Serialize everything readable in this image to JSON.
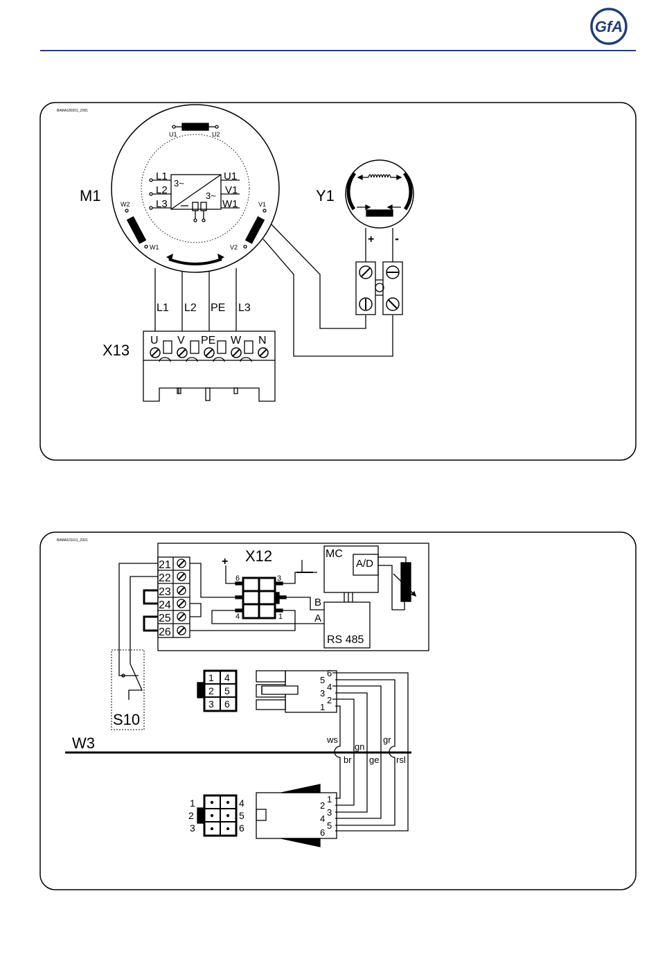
{
  "header": {
    "logo_text": "GfA",
    "rule_color": "#1f3d7a"
  },
  "panel1": {
    "ref": "BAMA180201_Z001",
    "motor_label": "M1",
    "brake_label": "Y1",
    "terminal_label": "X13",
    "winding": {
      "u1": "U1",
      "u2": "U2",
      "v1": "V1",
      "v2": "V2",
      "w1": "W1",
      "w2": "W2"
    },
    "inverter": {
      "in": [
        "L1",
        "L2",
        "L3"
      ],
      "out": [
        "U1",
        "V1",
        "W1"
      ],
      "phase_in": "3~",
      "phase_out": "3~"
    },
    "wires": [
      "L1",
      "L2",
      "PE",
      "L3"
    ],
    "x13_terminals": [
      "U",
      "V",
      "PE",
      "W",
      "N"
    ],
    "brake_plus": "+",
    "brake_minus": "-"
  },
  "panel2": {
    "ref": "BAMA101101_Z001",
    "x12_label": "X12",
    "x12_plus": "+",
    "x12_pins": {
      "p6": "6",
      "p3": "3",
      "p4": "4",
      "p1": "1"
    },
    "terminals": [
      "21",
      "22",
      "23",
      "24",
      "25",
      "26"
    ],
    "mc_label": "MC",
    "ad_label": "A/D",
    "rs485_label": "RS 485",
    "bus_a": "A",
    "bus_b": "B",
    "s10_label": "S10",
    "w3_label": "W3",
    "socket_top": [
      "1",
      "4",
      "2",
      "5",
      "3",
      "6"
    ],
    "plug_top_pins": [
      "6",
      "5",
      "4",
      "3",
      "2",
      "1"
    ],
    "plug_bottom_pins": [
      "1",
      "2",
      "3",
      "4",
      "5",
      "6"
    ],
    "socket_bottom_left": [
      "1",
      "2",
      "3"
    ],
    "socket_bottom_right": [
      "4",
      "5",
      "6"
    ],
    "wire_colors_top": [
      "ws",
      "gn",
      "gr"
    ],
    "wire_colors_bottom": [
      "br",
      "ge",
      "rsl"
    ]
  }
}
